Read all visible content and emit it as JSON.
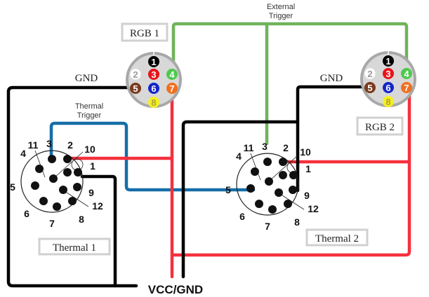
{
  "title_labels": {
    "external_trigger": [
      "External",
      "Trigger"
    ],
    "thermal_trigger": [
      "Thermal",
      "Trigger"
    ],
    "gnd_left": "GND",
    "gnd_right": "GND",
    "vcc_gnd": "VCC/GND"
  },
  "connectors": {
    "rgb1": {
      "label": "RGB 1",
      "pins": [
        {
          "num": "1",
          "color": "#000000",
          "text_color": "#ffffff"
        },
        {
          "num": "2",
          "color": "#ffffff",
          "text_color": "#999999"
        },
        {
          "num": "3",
          "color": "#e8121a",
          "text_color": "#ffffff"
        },
        {
          "num": "4",
          "color": "#4ec84e",
          "text_color": "#ffffff"
        },
        {
          "num": "5",
          "color": "#7a3a1c",
          "text_color": "#ffffff"
        },
        {
          "num": "6",
          "color": "#1425c8",
          "text_color": "#ffffff"
        },
        {
          "num": "7",
          "color": "#f07020",
          "text_color": "#ffffff"
        },
        {
          "num": "8",
          "color": "#f4f020",
          "text_color": "#b0a040"
        }
      ]
    },
    "rgb2": {
      "label": "RGB 2",
      "pins": [
        {
          "num": "1",
          "color": "#000000",
          "text_color": "#ffffff"
        },
        {
          "num": "2",
          "color": "#ffffff",
          "text_color": "#999999"
        },
        {
          "num": "3",
          "color": "#e8121a",
          "text_color": "#ffffff"
        },
        {
          "num": "4",
          "color": "#4ec84e",
          "text_color": "#ffffff"
        },
        {
          "num": "5",
          "color": "#7a3a1c",
          "text_color": "#ffffff"
        },
        {
          "num": "6",
          "color": "#1425c8",
          "text_color": "#ffffff"
        },
        {
          "num": "7",
          "color": "#f07020",
          "text_color": "#ffffff"
        },
        {
          "num": "8",
          "color": "#f4f020",
          "text_color": "#b0a040"
        }
      ]
    },
    "thermal1": {
      "label": "Thermal 1",
      "pin_labels": [
        "1",
        "2",
        "3",
        "4",
        "5",
        "6",
        "7",
        "8",
        "9",
        "10",
        "11",
        "12"
      ]
    },
    "thermal2": {
      "label": "Thermal 2",
      "pin_labels": [
        "1",
        "2",
        "3",
        "4",
        "5",
        "6",
        "7",
        "8",
        "9",
        "10",
        "11",
        "12"
      ]
    }
  },
  "wire_colors": {
    "gnd": "#000000",
    "vcc": "#f5303c",
    "external_trigger": "#6fb35a",
    "thermal_trigger": "#156ea8"
  }
}
